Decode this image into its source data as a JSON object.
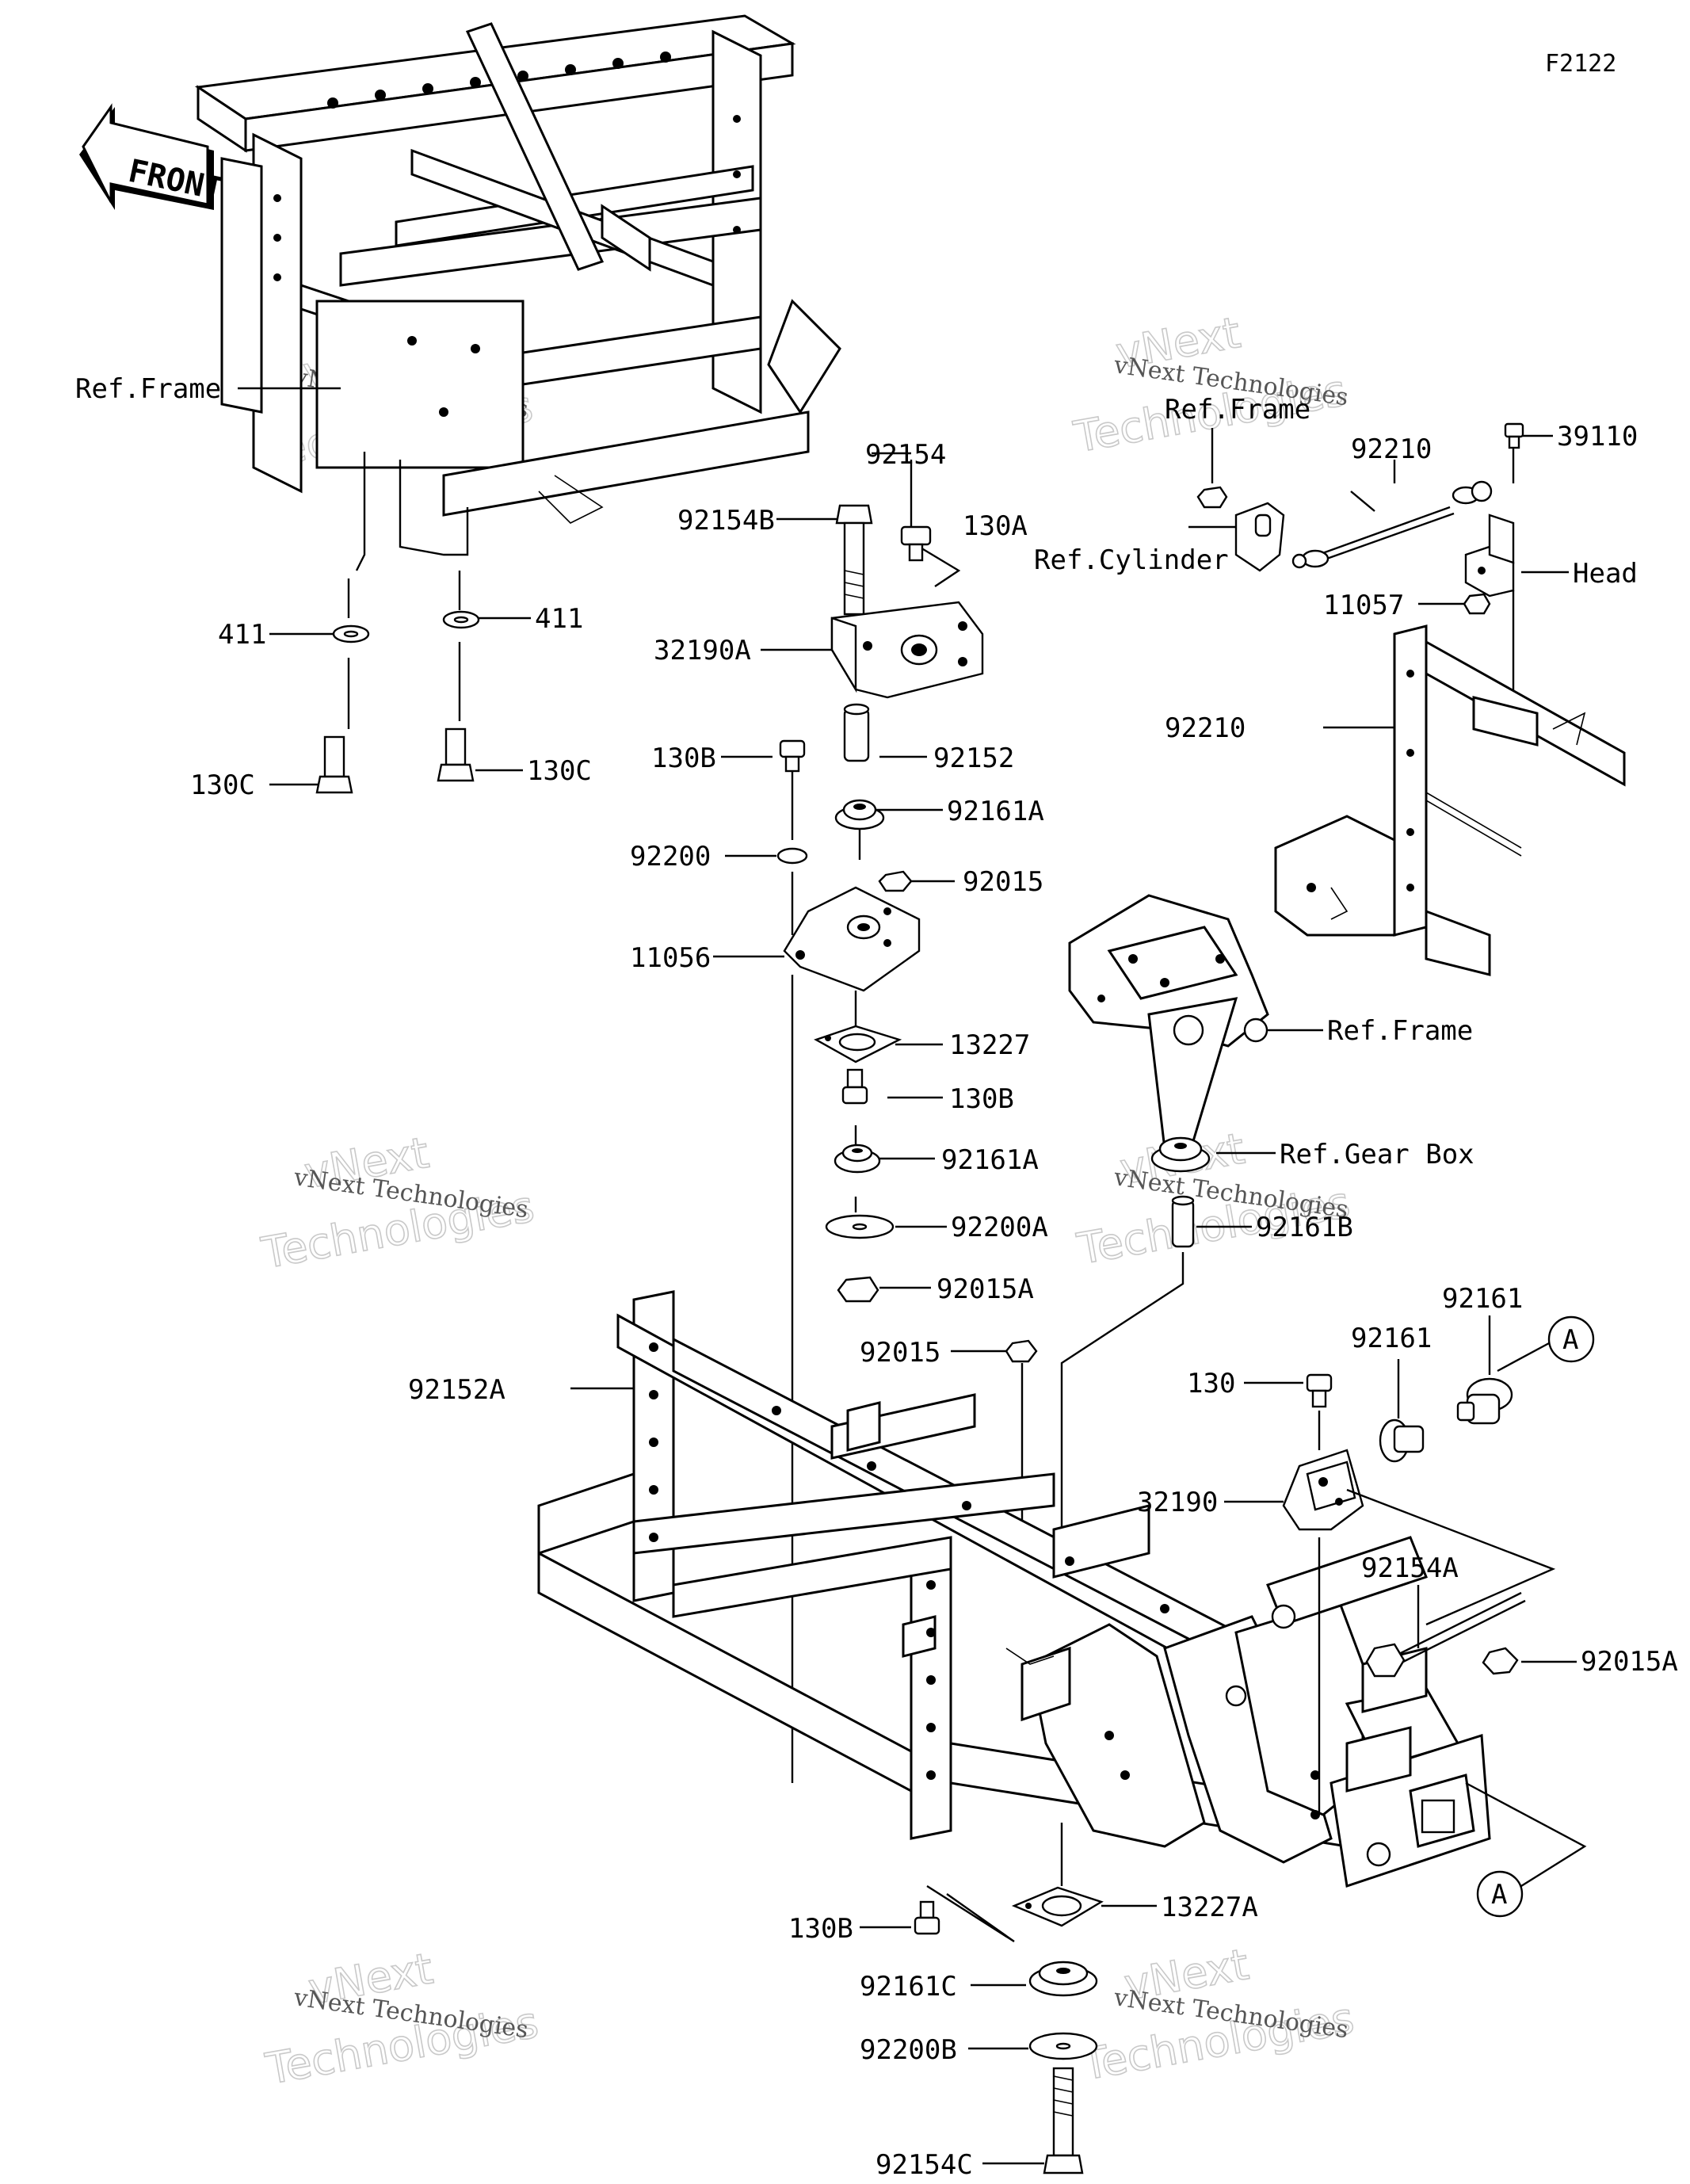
{
  "diagram": {
    "code": "F2122",
    "front_label": "FRONT",
    "callout_a": "A",
    "labels": [
      {
        "id": "ref-frame-top",
        "text": "Ref.Frame"
      },
      {
        "id": "411-left",
        "text": "411"
      },
      {
        "id": "411-right",
        "text": "411"
      },
      {
        "id": "130c-left",
        "text": "130C"
      },
      {
        "id": "130c-right",
        "text": "130C"
      },
      {
        "id": "92154",
        "text": "92154"
      },
      {
        "id": "92154b",
        "text": "92154B"
      },
      {
        "id": "32190a",
        "text": "32190A"
      },
      {
        "id": "92152",
        "text": "92152"
      },
      {
        "id": "130b-upper",
        "text": "130B"
      },
      {
        "id": "92161a-upper",
        "text": "92161A"
      },
      {
        "id": "92200",
        "text": "92200"
      },
      {
        "id": "92015-upper",
        "text": "92015"
      },
      {
        "id": "11056",
        "text": "11056"
      },
      {
        "id": "13227",
        "text": "13227"
      },
      {
        "id": "130b-middle",
        "text": "130B"
      },
      {
        "id": "92161a-lower",
        "text": "92161A"
      },
      {
        "id": "92200a",
        "text": "92200A"
      },
      {
        "id": "92015a-left",
        "text": "92015A"
      },
      {
        "id": "92015-lower",
        "text": "92015"
      },
      {
        "id": "ref-frame-bottom",
        "text": "Ref.Frame"
      },
      {
        "id": "92210-top",
        "text": "92210"
      },
      {
        "id": "39110",
        "text": "39110"
      },
      {
        "id": "130a",
        "text": "130A"
      },
      {
        "id": "ref-cylinder-head-1",
        "text": "Ref.Cylinder"
      },
      {
        "id": "ref-cylinder-head-2",
        "text": "Head"
      },
      {
        "id": "11057",
        "text": "11057"
      },
      {
        "id": "92210-bottom",
        "text": "92210"
      },
      {
        "id": "ref-frame-right",
        "text": "Ref.Frame"
      },
      {
        "id": "ref-gear-box",
        "text": "Ref.Gear Box"
      },
      {
        "id": "92161b",
        "text": "92161B"
      },
      {
        "id": "92152a",
        "text": "92152A"
      },
      {
        "id": "92161-right",
        "text": "92161"
      },
      {
        "id": "92161-mid",
        "text": "92161"
      },
      {
        "id": "130",
        "text": "130"
      },
      {
        "id": "32190",
        "text": "32190"
      },
      {
        "id": "92154a",
        "text": "92154A"
      },
      {
        "id": "92015a-right",
        "text": "92015A"
      },
      {
        "id": "13227a",
        "text": "13227A"
      },
      {
        "id": "130b-lower",
        "text": "130B"
      },
      {
        "id": "92161c",
        "text": "92161C"
      },
      {
        "id": "92200b",
        "text": "92200B"
      },
      {
        "id": "92154c",
        "text": "92154C"
      }
    ],
    "watermark": {
      "big": "vNext",
      "big2": "Technologies",
      "small": "vNext Technologies"
    }
  }
}
